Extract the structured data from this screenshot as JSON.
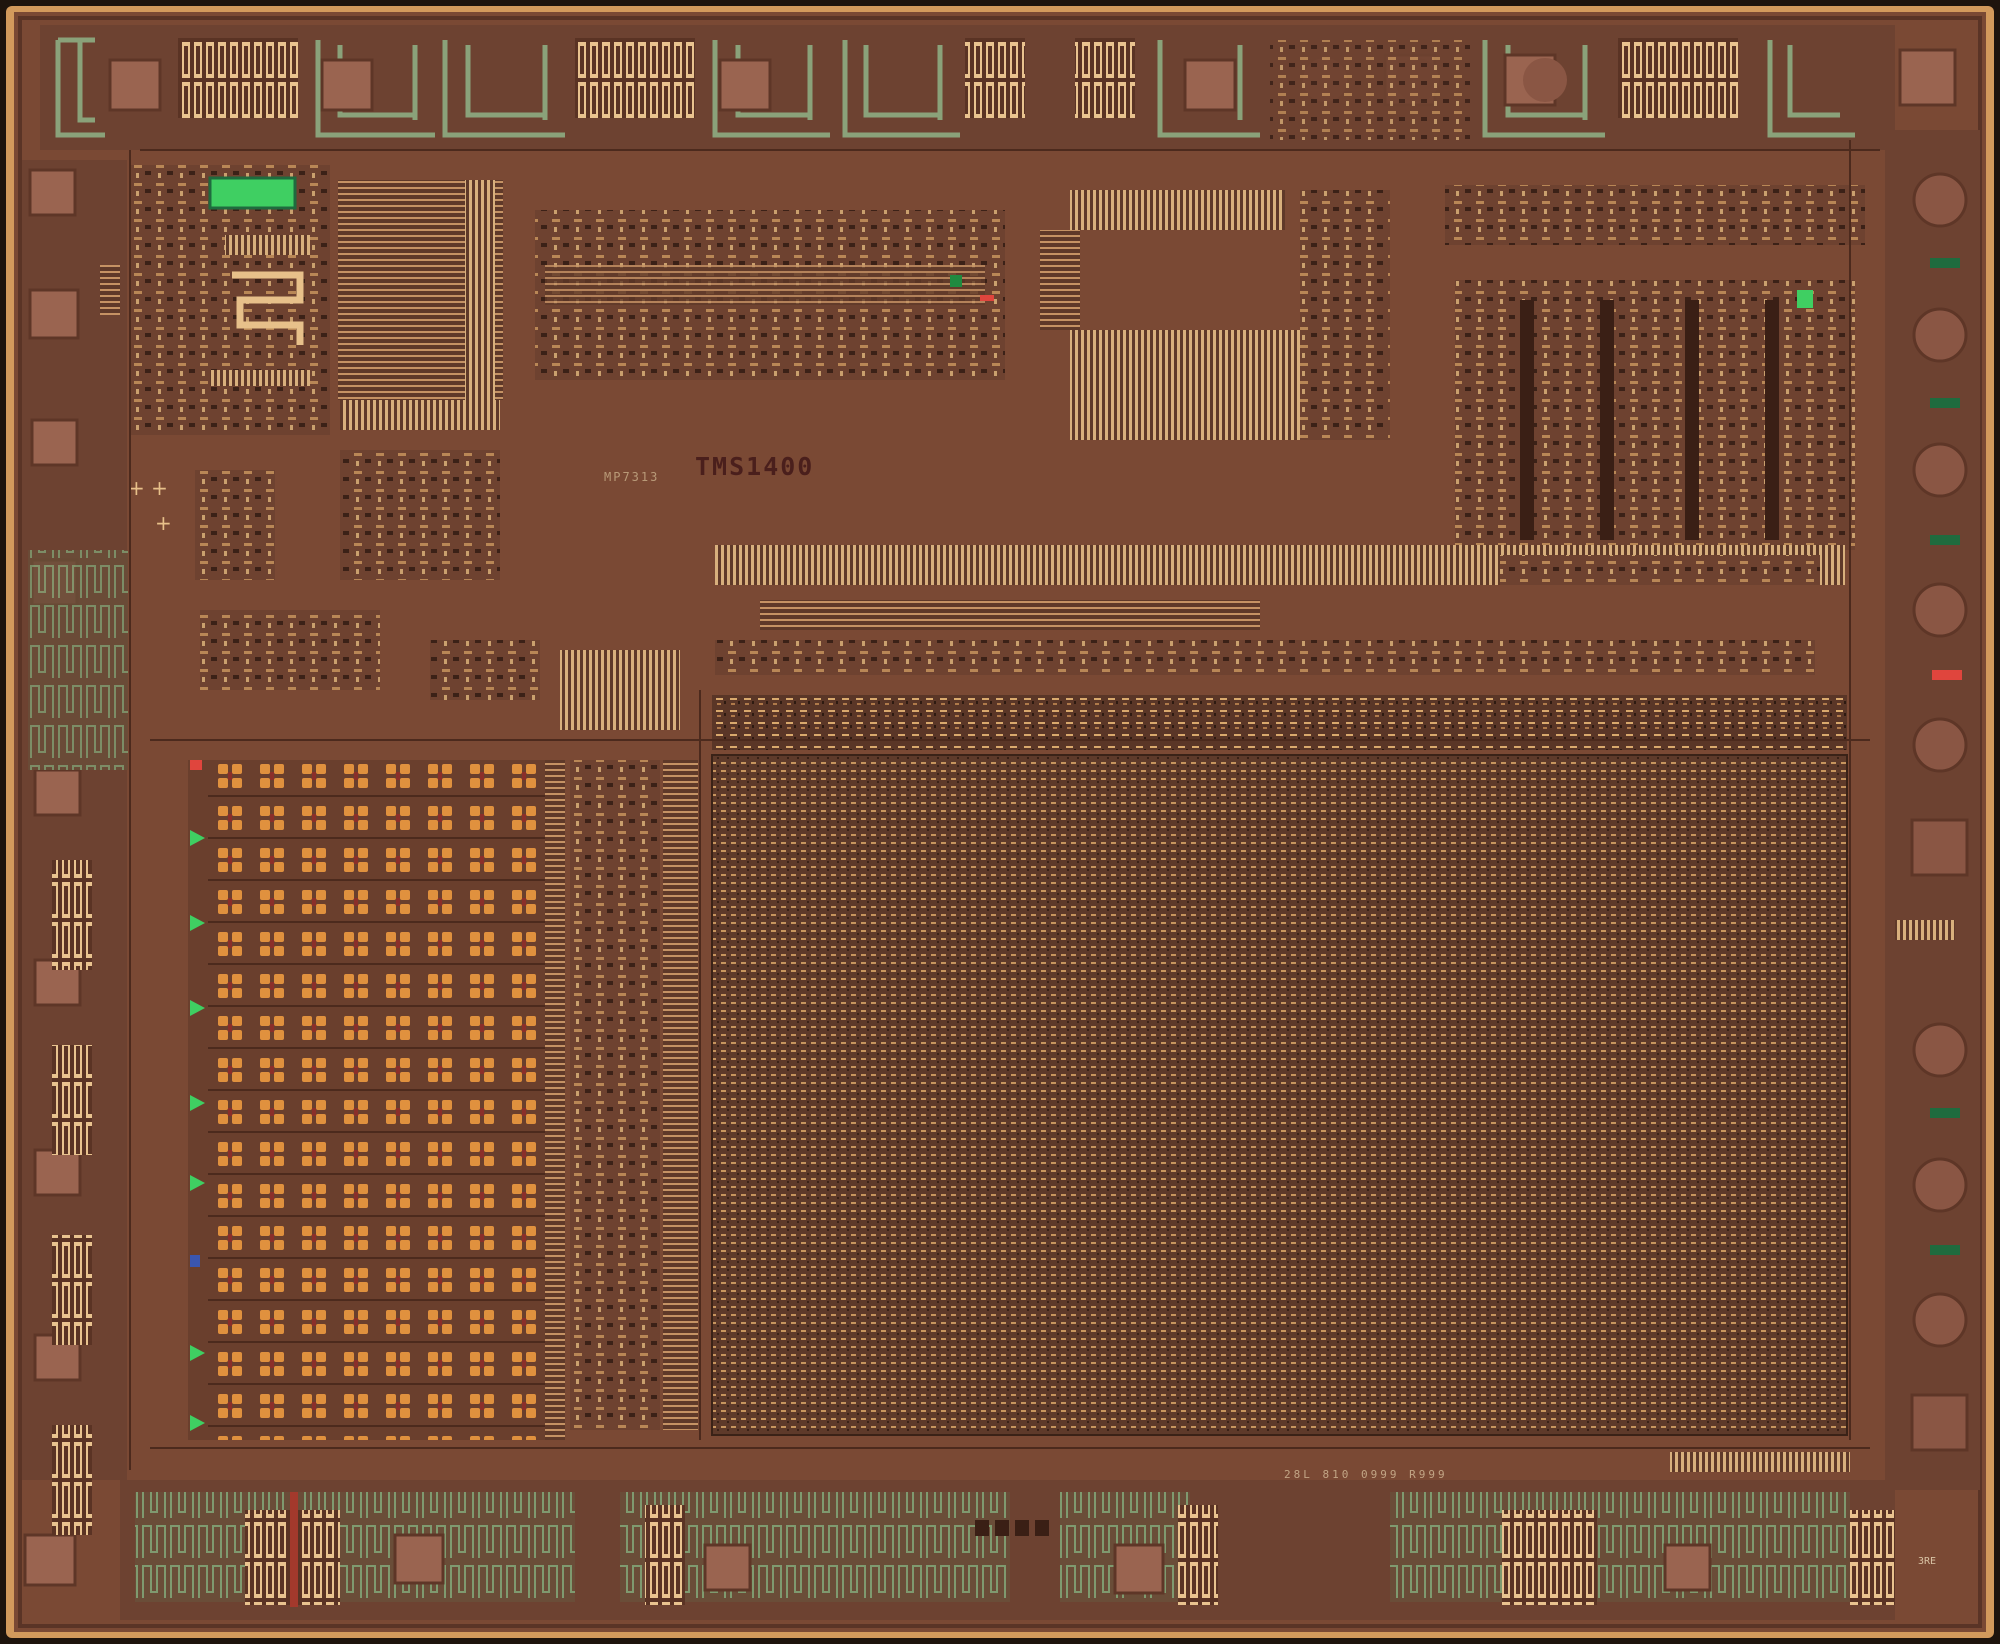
{
  "image": {
    "subject": "integrated circuit die micrograph",
    "width": 2000,
    "height": 1644
  },
  "labels": {
    "chip_name": "TMS1400",
    "part_code": "MP7313",
    "mask_code": "28L 810 0999 R999",
    "revision_mark": "3RE"
  },
  "colors": {
    "background": "#1e140d",
    "die_rim": "#d39a5c",
    "substrate": "#7a4934",
    "ring": "#6d4231",
    "bond_pad": "#9a6450",
    "metal_gold": "#e7c08a",
    "metal_dark": "#3a1f15",
    "green_well": "#556b4e",
    "bright_green": "#3fcf62",
    "red_mark": "#e0453d"
  }
}
